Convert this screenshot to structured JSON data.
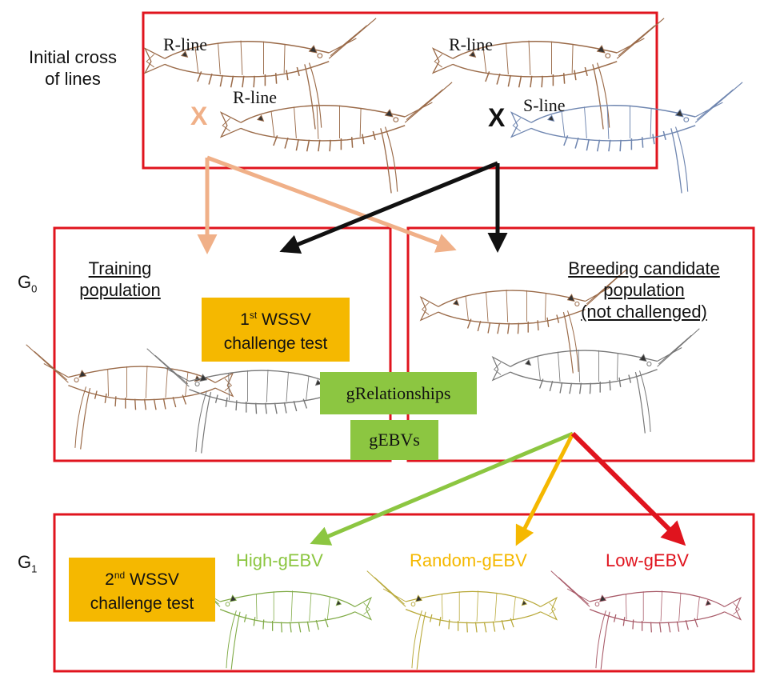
{
  "colors": {
    "box_border": "#e0141e",
    "peach": "#f0b088",
    "black": "#111111",
    "green": "#8cc641",
    "amber": "#f5b800",
    "red": "#e0141e",
    "brown_shrimp": "#9a6a48",
    "gray_shrimp": "#777777",
    "blue_shrimp": "#6f86b0"
  },
  "row_labels": {
    "initial_line1": "Initial cross",
    "initial_line2": "of lines",
    "g0_base": "G",
    "g0_sub": "0",
    "g1_base": "G",
    "g1_sub": "1"
  },
  "initial_cross": {
    "left_top_line": "R-line",
    "left_bottom_line": "R-line",
    "left_cross_symbol": "X",
    "right_top_line": "R-line",
    "right_bottom_line": "S-line",
    "right_cross_symbol": "X"
  },
  "g0": {
    "training_line1": "Training",
    "training_line2": "population",
    "challenge1_line1_prefix": "1",
    "challenge1_line1_sup": "st",
    "challenge1_line1_suffix": " WSSV",
    "challenge1_line2": "challenge test",
    "breeding_line1": "Breeding candidate",
    "breeding_line2": "population",
    "breeding_line3": "(not challenged)",
    "grelationships": "gRelationships",
    "gebvs": "gEBVs"
  },
  "g1": {
    "challenge2_line1_prefix": "2",
    "challenge2_line1_sup": "nd",
    "challenge2_line1_suffix": " WSSV",
    "challenge2_line2": "challenge test",
    "high_label": "High-gEBV",
    "random_label": "Random-gEBV",
    "low_label": "Low-gEBV"
  },
  "shrimp_icons": [
    {
      "name": "shrimp-r-line-1-icon",
      "color": "brown_shrimp"
    },
    {
      "name": "shrimp-r-line-2-icon",
      "color": "brown_shrimp"
    },
    {
      "name": "shrimp-r-line-3-icon",
      "color": "brown_shrimp"
    },
    {
      "name": "shrimp-s-line-icon",
      "color": "blue_shrimp"
    },
    {
      "name": "shrimp-training-brown-icon",
      "color": "brown_shrimp"
    },
    {
      "name": "shrimp-training-gray-icon",
      "color": "gray_shrimp"
    },
    {
      "name": "shrimp-candidate-brown-icon",
      "color": "brown_shrimp"
    },
    {
      "name": "shrimp-candidate-gray-icon",
      "color": "gray_shrimp"
    },
    {
      "name": "shrimp-high-gebv-icon",
      "color": "green"
    },
    {
      "name": "shrimp-random-gebv-icon",
      "color": "amber"
    },
    {
      "name": "shrimp-low-gebv-icon",
      "color": "red"
    }
  ]
}
